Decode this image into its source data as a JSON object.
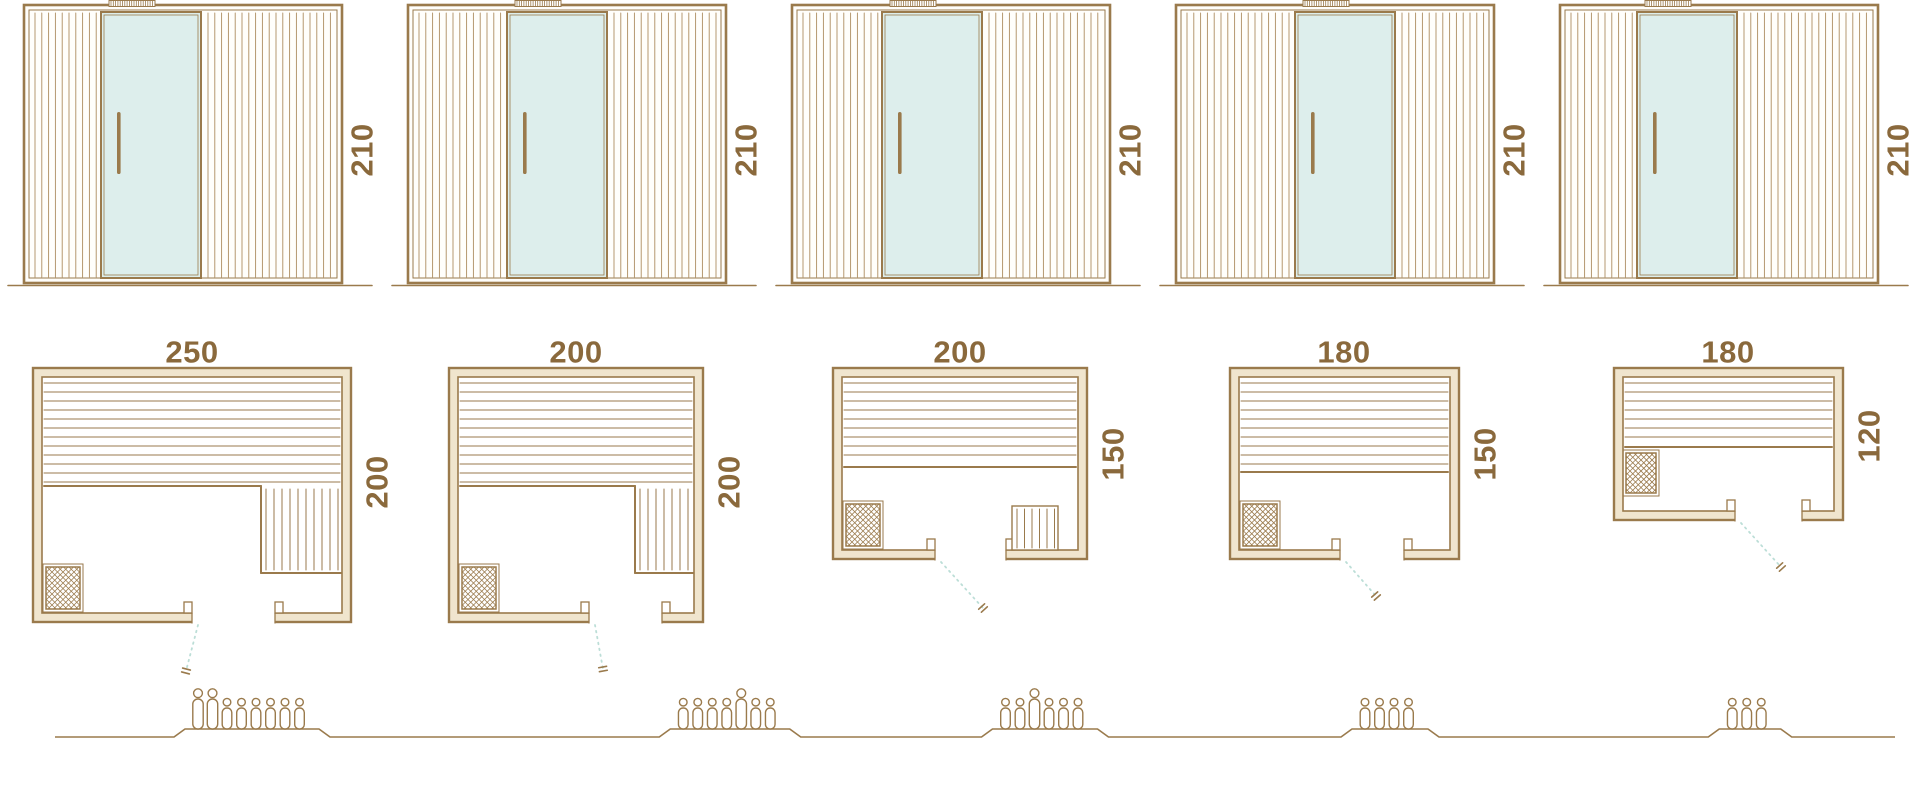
{
  "title": "sauna-size-comparison-diagram",
  "colors": {
    "line": "#9a7a4c",
    "slat": "#ad8d60",
    "label": "#8a693c",
    "glass": "#ddeeec",
    "wall_fill": "#f0e5ce",
    "swing": "#bcded7",
    "background": "#ffffff"
  },
  "saunas": [
    {
      "height": "210",
      "width": "250",
      "depth": "200",
      "capacity": 8
    },
    {
      "height": "210",
      "width": "200",
      "depth": "200",
      "capacity": 7
    },
    {
      "height": "210",
      "width": "200",
      "depth": "150",
      "capacity": 6
    },
    {
      "height": "210",
      "width": "180",
      "depth": "150",
      "capacity": 4
    },
    {
      "height": "210",
      "width": "180",
      "depth": "120",
      "capacity": 3
    }
  ]
}
